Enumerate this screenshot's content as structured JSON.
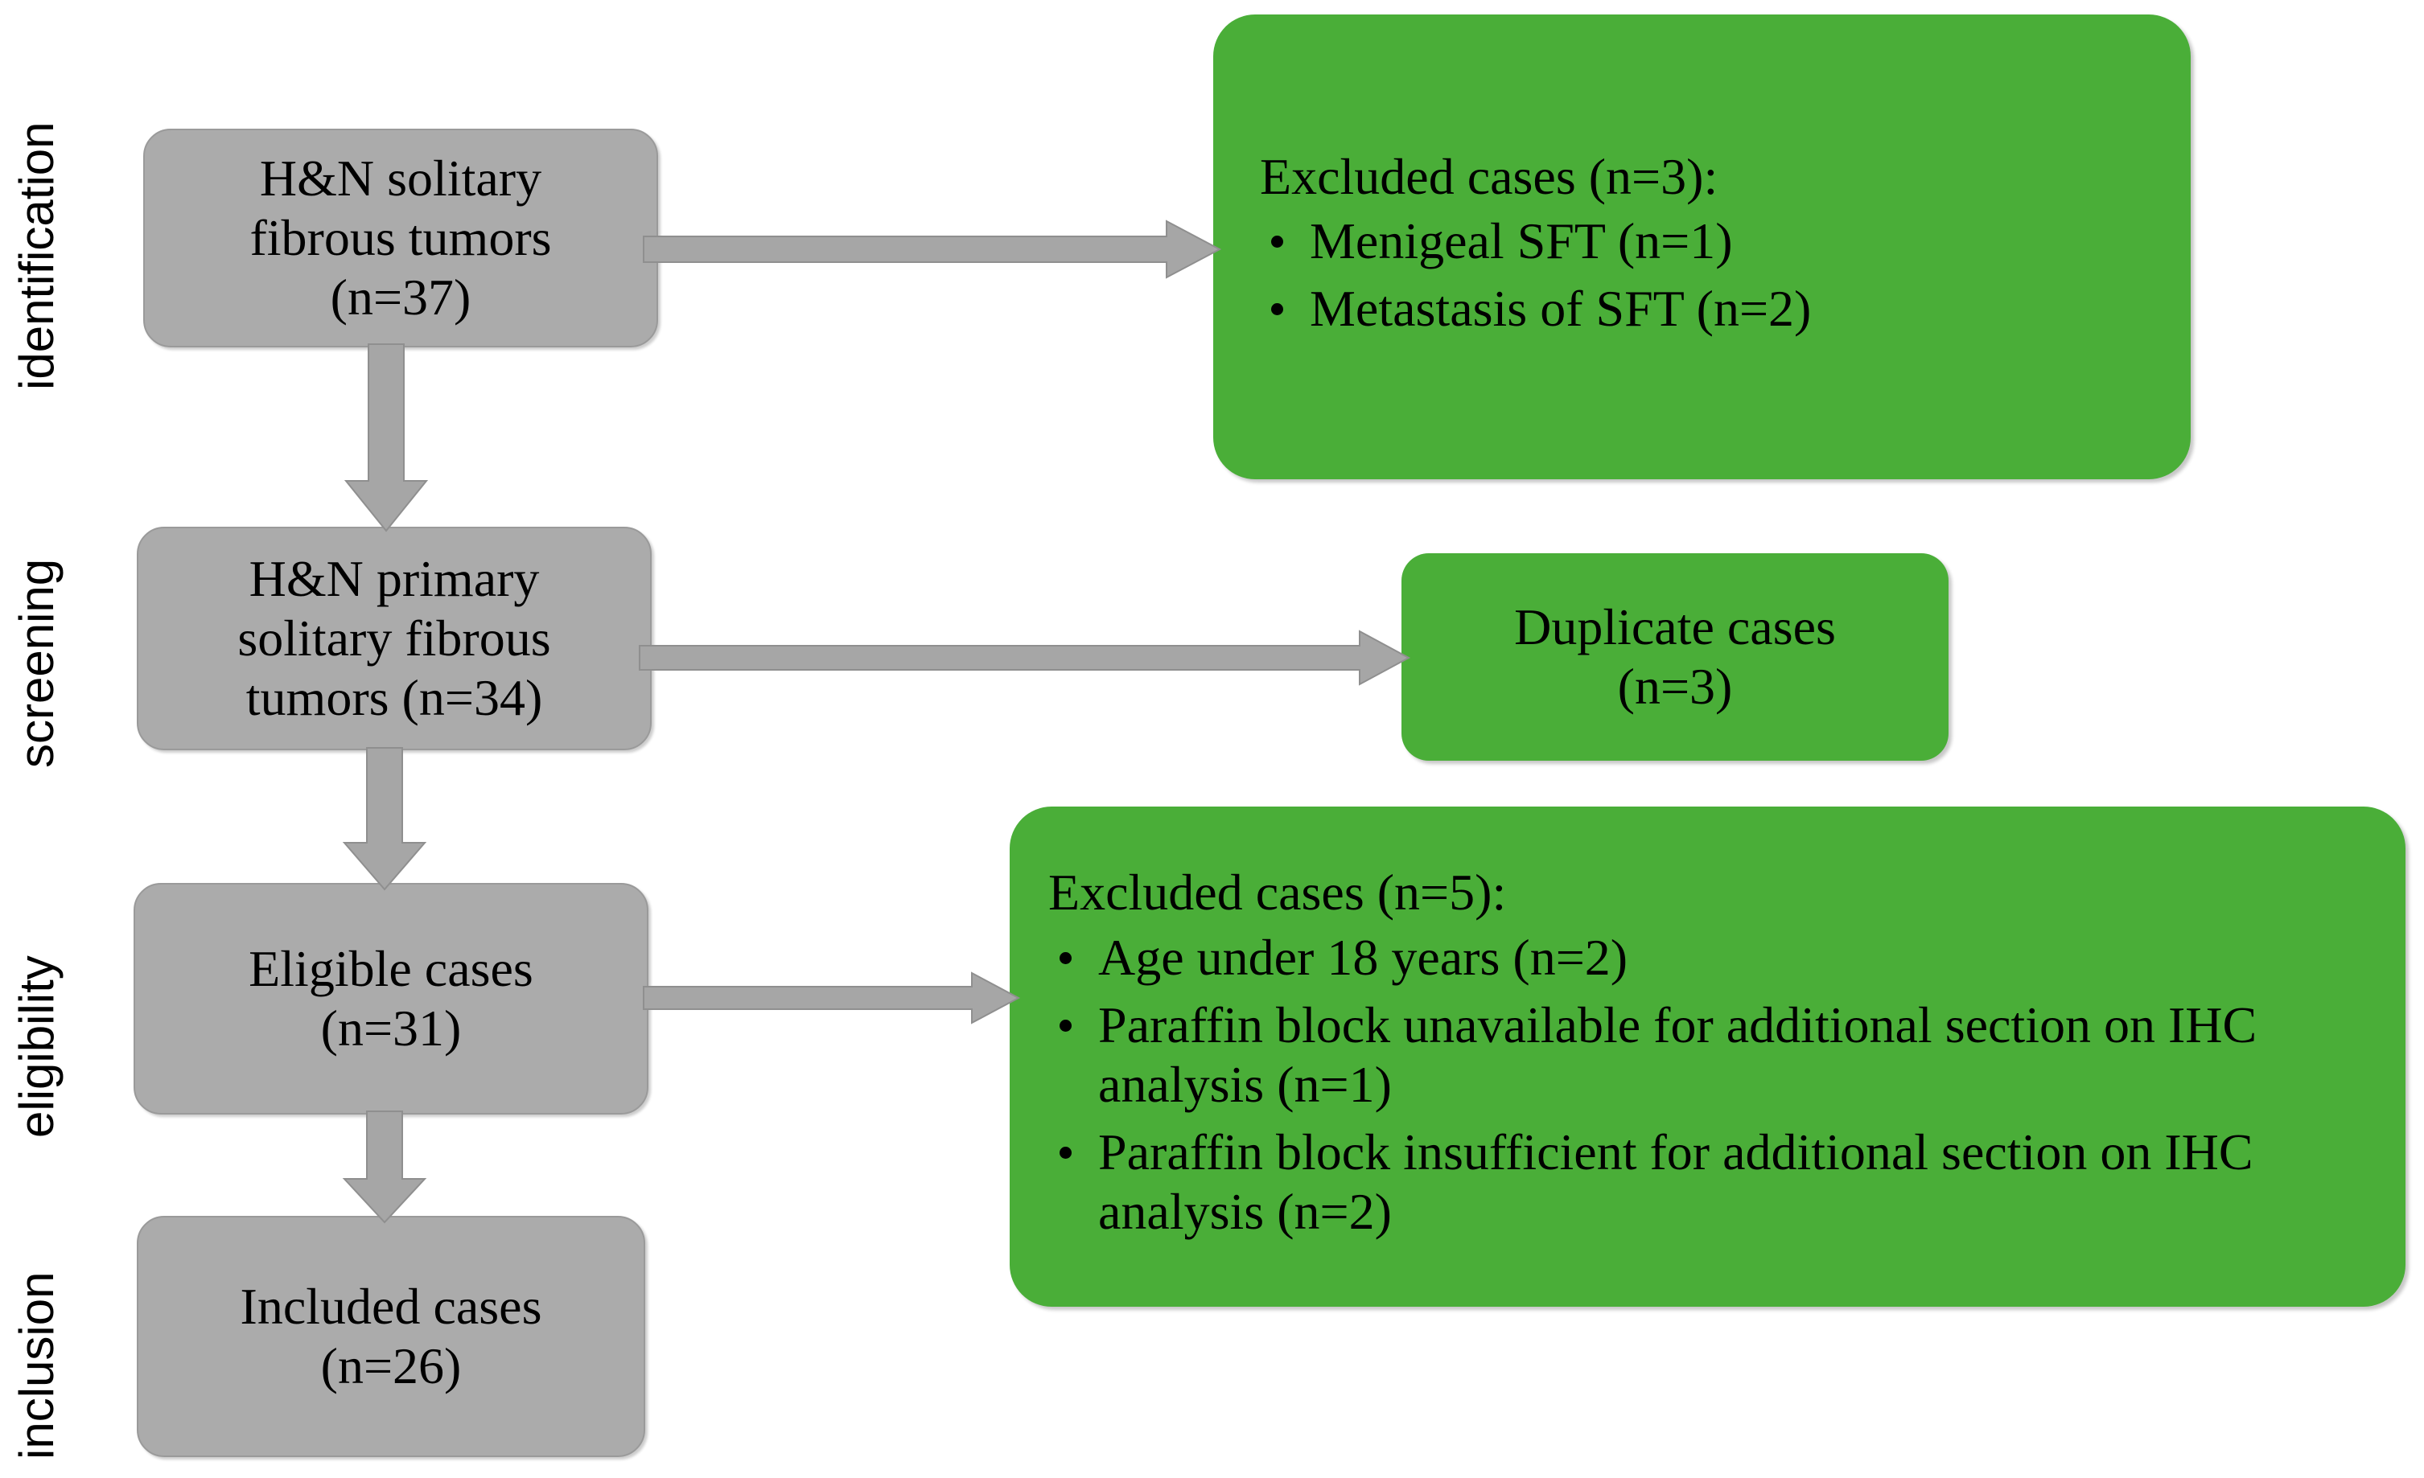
{
  "diagram": {
    "title": "PRISMA-style case selection flow for head and neck solitary fibrous tumors",
    "colors": {
      "gray_node": "#ababab",
      "green_node": "#4aae38",
      "arrow": "#a6a6a6",
      "text": "#000000",
      "background": "#ffffff"
    },
    "stages": [
      {
        "id": "identification",
        "label": "identification"
      },
      {
        "id": "screening",
        "label": "screening"
      },
      {
        "id": "eligibility",
        "label": "eligibility"
      },
      {
        "id": "inclusion",
        "label": "inclusion"
      }
    ],
    "main_nodes": [
      {
        "id": "hn-solitary-fibrous-tumors",
        "line1": "H&N solitary",
        "line2": "fibrous tumors",
        "line3": "(n=37)",
        "count": 37
      },
      {
        "id": "hn-primary-solitary-fibrous-tumors",
        "line1": "H&N primary",
        "line2": "solitary fibrous",
        "line3": "tumors (n=34)",
        "count": 34
      },
      {
        "id": "eligible-cases",
        "line1": "Eligible cases",
        "line2": "(n=31)",
        "line3": "",
        "count": 31
      },
      {
        "id": "included-cases",
        "line1": "Included cases",
        "line2": "(n=26)",
        "line3": "",
        "count": 26
      }
    ],
    "side_nodes": [
      {
        "id": "excluded-identification",
        "title": "Excluded cases (n=3):",
        "count": 3,
        "items": [
          "Menigeal SFT (n=1)",
          "Metastasis of SFT (n=2)"
        ]
      },
      {
        "id": "duplicate-cases",
        "line1": "Duplicate cases",
        "line2": "(n=3)",
        "count": 3
      },
      {
        "id": "excluded-eligibility",
        "title": "Excluded cases (n=5):",
        "count": 5,
        "items": [
          "Age under 18 years (n=2)",
          "Paraffin block unavailable for additional section on IHC analysis (n=1)",
          "Paraffin block insufficient for additional section on IHC analysis (n=2)"
        ]
      }
    ],
    "arrows": [
      {
        "id": "arrow-identification-to-excluded",
        "direction": "right"
      },
      {
        "id": "arrow-identification-to-screening",
        "direction": "down"
      },
      {
        "id": "arrow-screening-to-duplicate",
        "direction": "right"
      },
      {
        "id": "arrow-screening-to-eligibility",
        "direction": "down"
      },
      {
        "id": "arrow-eligibility-to-excluded",
        "direction": "right"
      },
      {
        "id": "arrow-eligibility-to-inclusion",
        "direction": "down"
      }
    ]
  }
}
